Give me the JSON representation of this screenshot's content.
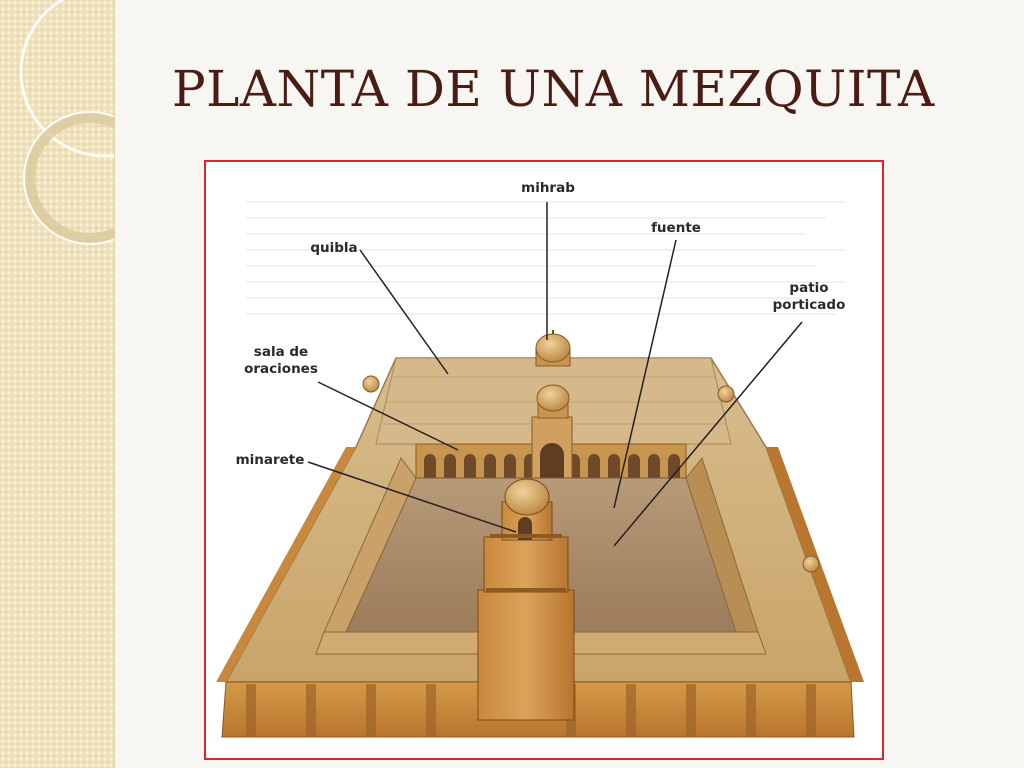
{
  "slide": {
    "title": "PLANTA DE UNA MEZQUITA"
  },
  "diagram": {
    "labels": {
      "mihrab": "mihrab",
      "fuente": "fuente",
      "quibla": "quibla",
      "patio": "patio\nporticado",
      "sala": "sala de\noraciones",
      "minarete": "minarete"
    }
  },
  "colors": {
    "title": "#4a1d14",
    "frame_border": "#d62a2a",
    "sidebar": "#efe2bd"
  }
}
